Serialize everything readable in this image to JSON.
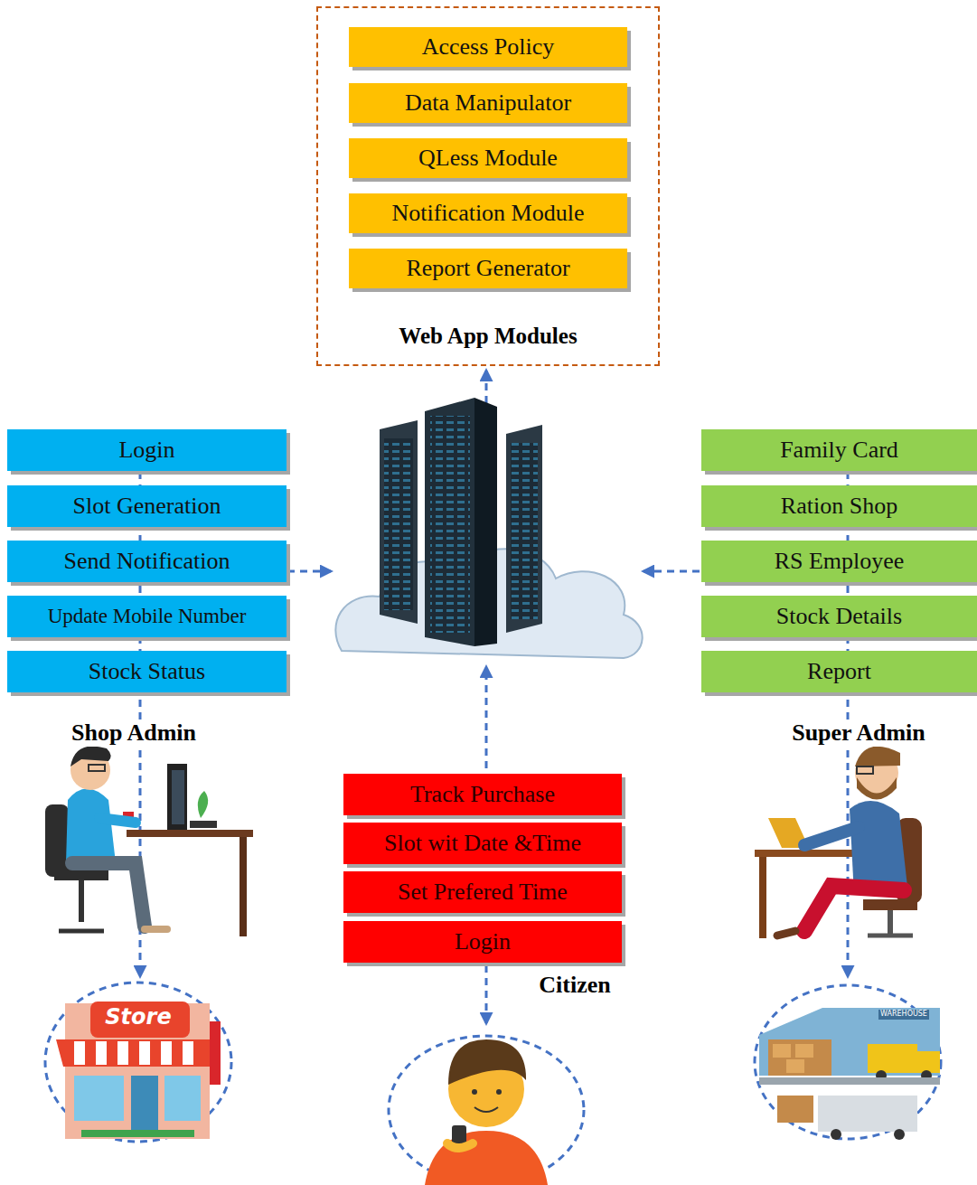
{
  "diagram": {
    "nodes": [
      {
        "text": [
          "Web App Modules"
        ]
      },
      {
        "text": [
          "Access Policy"
        ],
        "in": 0
      },
      {
        "text": [
          "Data Manipulator"
        ],
        "in": 0
      },
      {
        "text": [
          "QLess Module"
        ],
        "in": 0
      },
      {
        "text": [
          "Notification Module"
        ],
        "in": 0
      },
      {
        "text": [
          "Report Generator"
        ],
        "in": 0
      },
      {
        "text": [
          "Login"
        ]
      },
      {
        "text": [
          "Slot Generation"
        ]
      },
      {
        "text": [
          "Send Notification"
        ]
      },
      {
        "text": [
          "Update Mobile Number"
        ]
      },
      {
        "text": [
          "Stock Status"
        ]
      },
      {
        "text": [
          "Family Card"
        ]
      },
      {
        "text": [
          "Ration Shop"
        ]
      },
      {
        "text": [
          "RS Employee"
        ]
      },
      {
        "text": [
          "Stock Details"
        ]
      },
      {
        "text": [
          "Report"
        ]
      },
      {
        "text": [
          "Track Purchase"
        ]
      },
      {
        "text": [
          "Slot wit Date &Time"
        ]
      },
      {
        "text": [
          "Set Prefered Time"
        ]
      },
      {
        "text": [
          "Login"
        ]
      }
    ],
    "labels": [
      "Shop Admin",
      "Super Admin",
      "Citizen",
      "Store",
      "WAREHOUSE"
    ]
  }
}
